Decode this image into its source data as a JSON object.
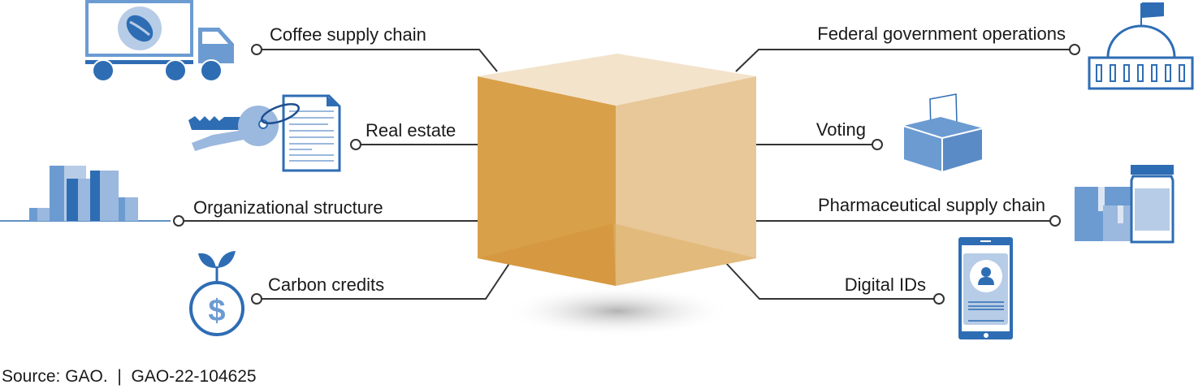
{
  "center": {
    "name": "blockchain-cube",
    "colors": {
      "left": "#D9A04A",
      "right": "#E8C898",
      "top": "#F3E3CB"
    }
  },
  "left_items": [
    {
      "label": "Coffee supply chain",
      "icon": "coffee-truck-icon"
    },
    {
      "label": "Real estate",
      "icon": "key-and-deed-icon"
    },
    {
      "label": "Organizational structure",
      "icon": "buildings-icon"
    },
    {
      "label": "Carbon credits",
      "icon": "money-plant-icon"
    }
  ],
  "right_items": [
    {
      "label": "Federal government operations",
      "icon": "capitol-icon"
    },
    {
      "label": "Voting",
      "icon": "ballot-box-icon"
    },
    {
      "label": "Pharmaceutical supply chain",
      "icon": "medicine-boxes-icon"
    },
    {
      "label": "Digital IDs",
      "icon": "phone-id-icon"
    }
  ],
  "source": "Source: GAO.  |  GAO-22-104625",
  "colors": {
    "dark_blue": "#2E6DB4",
    "mid_blue": "#6C9BD2",
    "light_blue": "#B7CCE6",
    "line": "#333333"
  }
}
